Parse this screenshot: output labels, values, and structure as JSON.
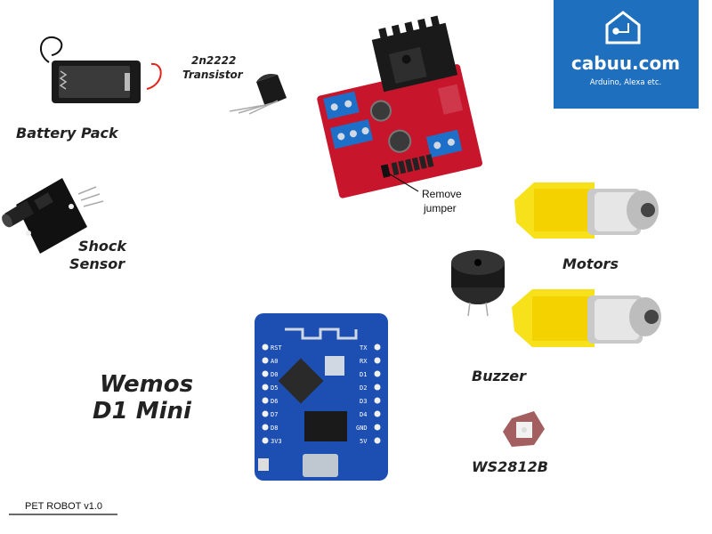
{
  "labels": {
    "battery_pack": "Battery Pack",
    "transistor_line1": "2n2222",
    "transistor_line2": "Transistor",
    "shock_sensor_line1": "Shock",
    "shock_sensor_line2": "Sensor",
    "wemos_line1": "Wemos",
    "wemos_line2": "D1 Mini",
    "motors": "Motors",
    "buzzer": "Buzzer",
    "led": "WS2812B",
    "remove_jumper_line1": "Remove",
    "remove_jumper_line2": "jumper",
    "footer": "PET ROBOT v1.0"
  },
  "logo": {
    "text": "cabuu.com",
    "tagline": "Arduino, Alexa etc.",
    "color": "#1f6fbf"
  },
  "wemos_pins": {
    "left": [
      "RST",
      "A0",
      "D0",
      "D5",
      "D6",
      "D7",
      "D8",
      "3V3"
    ],
    "right": [
      "TX",
      "RX",
      "D1",
      "D2",
      "D3",
      "D4",
      "GND",
      "5V"
    ]
  },
  "wire_colors": {
    "power": "#e2231a",
    "ground": "#111111",
    "signal_green": "#2fbf2f",
    "signal_purple": "#7b3fb8",
    "signal_yellow": "#f2d600",
    "signal_orange": "#f39a1e",
    "signal_blue": "#1a3fd9",
    "signal_gray": "#8a8a8a"
  }
}
